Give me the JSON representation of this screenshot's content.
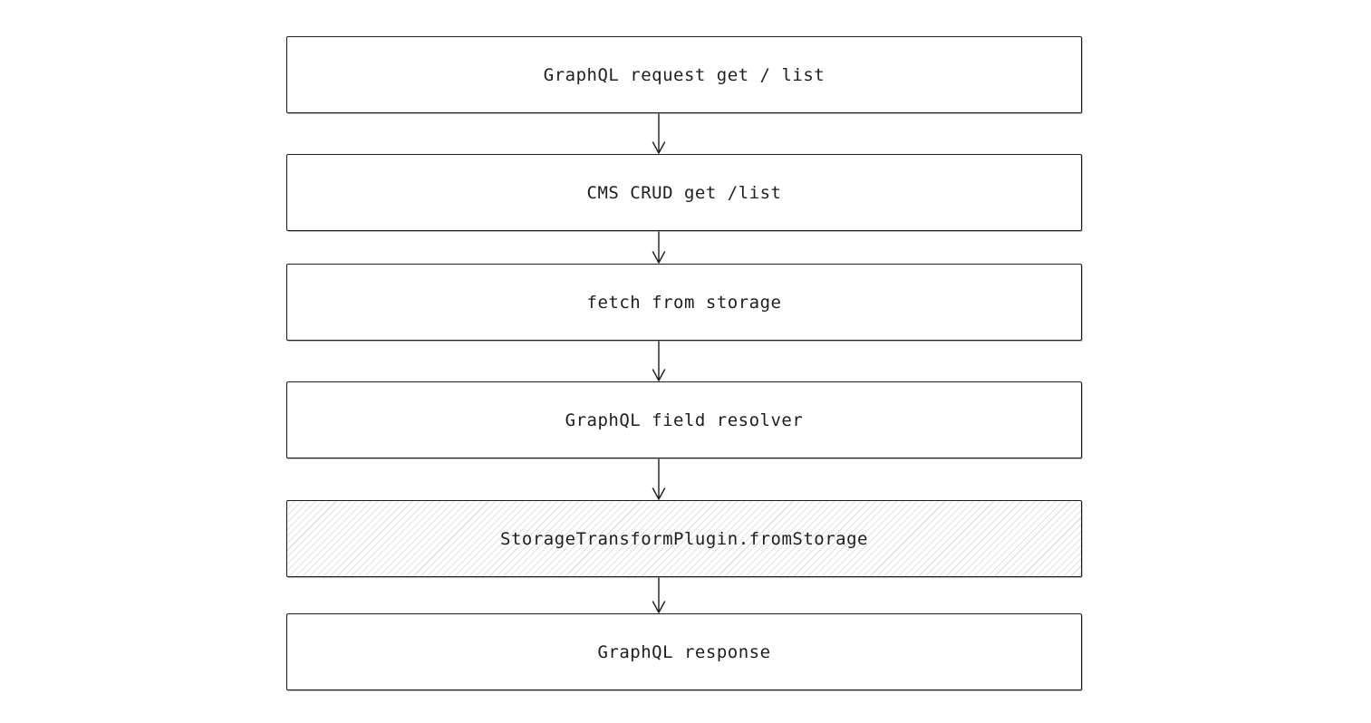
{
  "diagram": {
    "type": "flowchart",
    "orientation": "top-down",
    "colors": {
      "background": "#ffffff",
      "stroke": "#1e1e1e",
      "text": "#1e1e1e",
      "hachure_fill": "#e1e2e7"
    },
    "nodes": [
      {
        "id": "graphql-request-get-list",
        "label": "GraphQL request get / list",
        "fill": "white"
      },
      {
        "id": "cms-crud-get-list",
        "label": "CMS CRUD get /list",
        "fill": "white"
      },
      {
        "id": "fetch-from-storage",
        "label": "fetch from storage",
        "fill": "white"
      },
      {
        "id": "graphql-field-resolver",
        "label": "GraphQL field resolver",
        "fill": "white"
      },
      {
        "id": "storage-transform-plugin-from-storage",
        "label": "StorageTransformPlugin.fromStorage",
        "fill": "hachure"
      },
      {
        "id": "graphql-response",
        "label": "GraphQL response",
        "fill": "white"
      }
    ],
    "edges": [
      {
        "from": "graphql-request-get-list",
        "to": "cms-crud-get-list",
        "style": "arrow-down"
      },
      {
        "from": "cms-crud-get-list",
        "to": "fetch-from-storage",
        "style": "arrow-down"
      },
      {
        "from": "fetch-from-storage",
        "to": "graphql-field-resolver",
        "style": "arrow-down"
      },
      {
        "from": "graphql-field-resolver",
        "to": "storage-transform-plugin-from-storage",
        "style": "arrow-down"
      },
      {
        "from": "storage-transform-plugin-from-storage",
        "to": "graphql-response",
        "style": "arrow-down"
      }
    ]
  }
}
